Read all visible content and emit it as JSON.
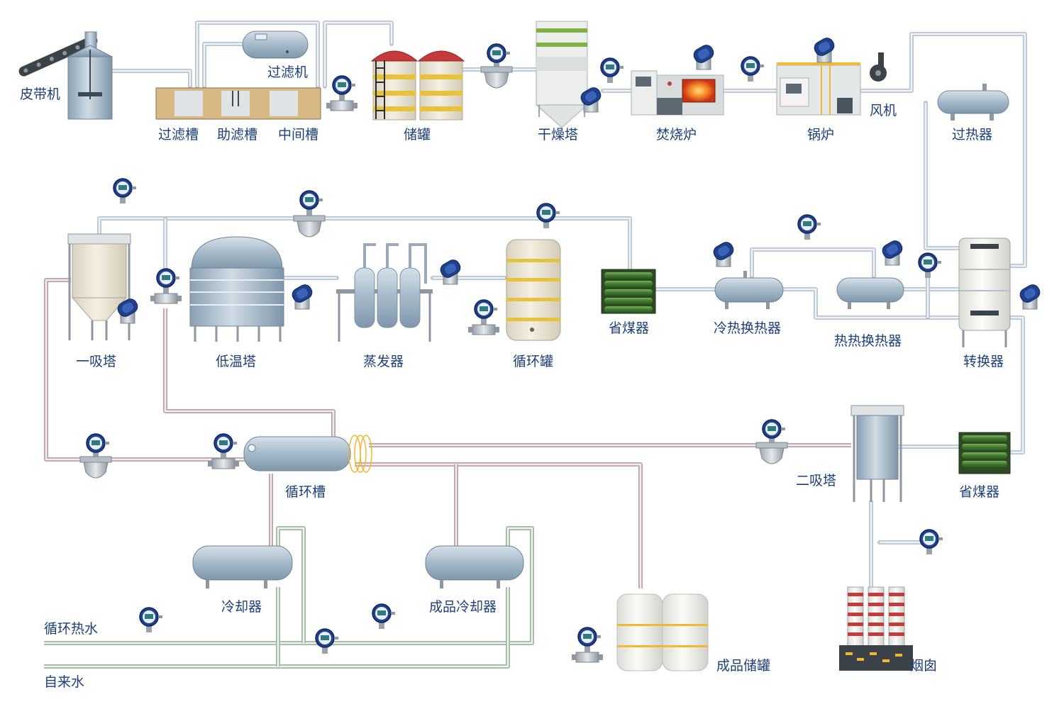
{
  "diagram": {
    "labels": {
      "belt": "皮带机",
      "filter_machine": "过滤机",
      "filter_tank": "过滤槽",
      "aid_tank": "助滤槽",
      "mid_tank": "中间槽",
      "storage": "储罐",
      "dryer": "干燥塔",
      "incinerator": "焚烧炉",
      "boiler": "锅炉",
      "fan": "风机",
      "superheater": "过热器",
      "absorber1": "一吸塔",
      "low_temp": "低温塔",
      "evaporator": "蒸发器",
      "circ_tank": "循环罐",
      "economizer1": "省煤器",
      "cold_hx": "冷热换热器",
      "hot_hx": "热热换热器",
      "converter": "转换器",
      "circ_trough": "循环槽",
      "absorber2": "二吸塔",
      "economizer2": "省煤器",
      "cooler": "冷却器",
      "product_cooler": "成品冷却器",
      "hot_water": "循环热水",
      "tap_water": "自来水",
      "product_storage": "成品储罐",
      "chimney": "烟囱"
    },
    "colors": {
      "label": "#1d3f7a",
      "pipe": "#b9c6d0",
      "pipe_acid": "#b9a3a7",
      "pipe_water": "#9fb79f",
      "tank_steel": "#a9bccb",
      "instrument": "#1f3f8f"
    }
  }
}
